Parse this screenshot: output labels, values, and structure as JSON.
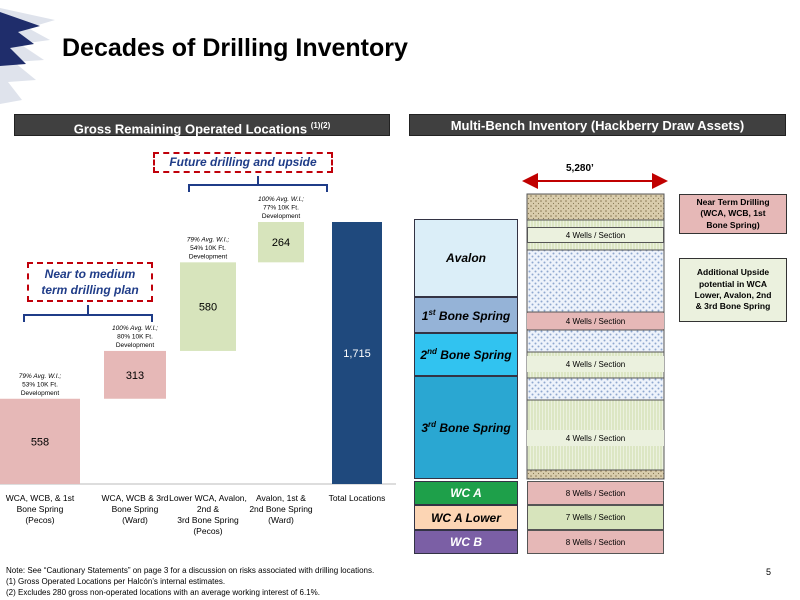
{
  "header": {
    "title": "Decades of Drilling Inventory",
    "left_section": "Gross Remaining Operated Locations",
    "left_section_sup": "(1)(2)",
    "right_section": "Multi-Bench Inventory (Hackberry Draw Assets)"
  },
  "callouts": {
    "future": "Future drilling and upside",
    "near_line1": "Near to medium",
    "near_line2": "term drilling plan"
  },
  "chart_data": {
    "type": "bar",
    "subtype": "waterfall",
    "categories": [
      "WCA, WCB, & 1st Bone Spring (Pecos)",
      "WCA, WCB & 3rd Bone Spring (Ward)",
      "Lower WCA, Avalon, 2nd & 3rd Bone Spring (Pecos)",
      "Avalon, 1st & 2nd Bone Spring (Ward)",
      "Total Locations"
    ],
    "category_lines": [
      [
        "WCA, WCB, & 1st",
        "Bone Spring",
        "(Pecos)"
      ],
      [
        "WCA, WCB & 3rd",
        "Bone Spring",
        "(Ward)"
      ],
      [
        "Lower WCA, Avalon,",
        "2nd &",
        "3rd Bone Spring",
        "(Pecos)"
      ],
      [
        "Avalon, 1st &",
        "2nd Bone Spring",
        "(Ward)"
      ],
      [
        "Total Locations"
      ]
    ],
    "values": [
      558,
      313,
      580,
      264,
      1715
    ],
    "labels": [
      "558",
      "313",
      "580",
      "264",
      "1,715"
    ],
    "annotations": [
      [
        "79% Avg. W.I.;",
        "53% 10K Ft.",
        "Development"
      ],
      [
        "100% Avg. W.I.;",
        "80% 10K Ft.",
        "Development"
      ],
      [
        "79% Avg. W.I.;",
        "54% 10K Ft.",
        "Development"
      ],
      [
        "100% Avg. W.I.;",
        "77% 10K Ft.",
        "Development"
      ],
      []
    ],
    "colors": [
      "#e6b8b7",
      "#e6b8b7",
      "#d7e4bc",
      "#d7e4bc",
      "#1f497d"
    ],
    "ylim": [
      0,
      1800
    ]
  },
  "bench": {
    "width_label": "5,280’",
    "names": [
      {
        "name": "Avalon",
        "sup": "",
        "rest": ""
      },
      {
        "name": "1",
        "sup": "st",
        "rest": " Bone Spring"
      },
      {
        "name": "2",
        "sup": "nd",
        "rest": " Bone Spring"
      },
      {
        "name": "3",
        "sup": "rd",
        "rest": " Bone Spring"
      },
      {
        "name": "WC A",
        "sup": "",
        "rest": ""
      },
      {
        "name": "WC A Lower",
        "sup": "",
        "rest": ""
      },
      {
        "name": "WC B",
        "sup": "",
        "rest": ""
      }
    ],
    "well_labels": [
      "4 Wells / Section",
      "4 Wells / Section",
      "4 Wells / Section",
      "4 Wells / Section",
      "8 Wells / Section",
      "7 Wells / Section",
      "8 Wells / Section"
    ],
    "legend_near_lines": [
      "Near Term Drilling",
      "(WCA, WCB, 1st",
      "Bone Spring)"
    ],
    "legend_upside_lines": [
      "Additional Upside",
      "potential in WCA",
      "Lower, Avalon, 2nd",
      "& 3rd Bone Spring"
    ]
  },
  "footnotes": {
    "note": "Note: See “Cautionary Statements” on page 3 for a discussion on risks associated with drilling locations.",
    "n1": "(1)     Gross Operated Locations per Halcón’s internal estimates.",
    "n2": "(2)     Excludes 280 gross non-operated locations with an average working interest of 6.1%."
  },
  "page_number": "5"
}
